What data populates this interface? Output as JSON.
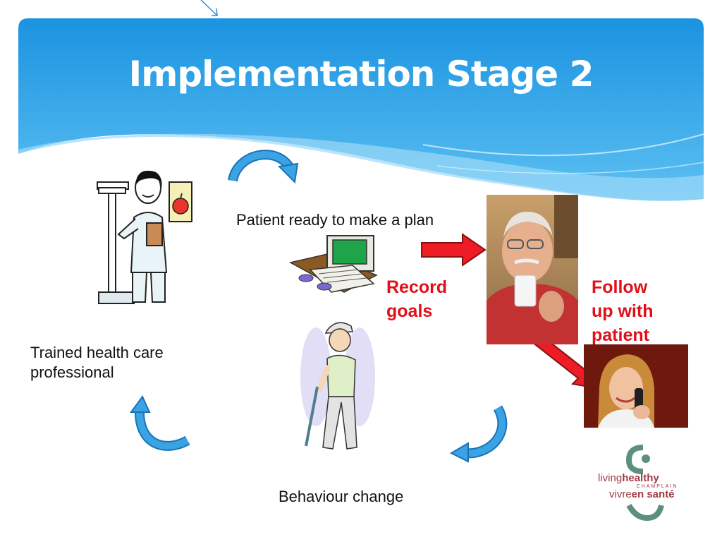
{
  "slide": {
    "title": "Implementation Stage 2",
    "labels": {
      "patient_ready": "Patient ready to make a plan",
      "trained_professional": "Trained health care professional",
      "behaviour_change": "Behaviour change",
      "record_goals": "Record goals",
      "follow_up": "Follow up with patient"
    },
    "logo": {
      "line1_thin": "living",
      "line1_bold": "healthy",
      "line2_small": "CHAMPLAIN",
      "line3_thin": "vivre",
      "line3_bold": "en santé"
    },
    "colors": {
      "header_blue": "#2aa1e6",
      "arrow_blue": "#3aa3e3",
      "label_red": "#e0101a",
      "logo_green": "#5e8f7d",
      "logo_red": "#a23a44"
    }
  }
}
